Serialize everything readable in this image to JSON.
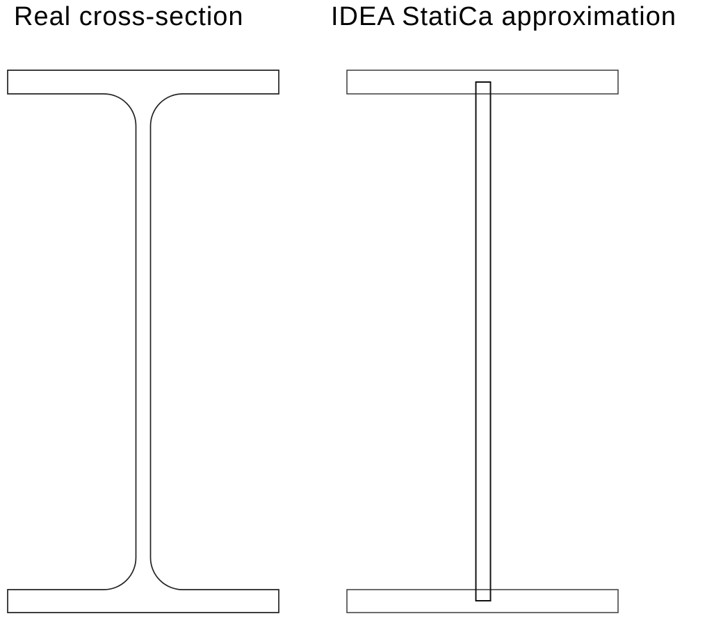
{
  "titles": {
    "left": "Real cross-section",
    "right": "IDEA StatiCa approximation"
  },
  "figures": {
    "left": {
      "label": "Real cross-section",
      "shape": "i-beam-filleted-outline"
    },
    "right": {
      "label": "IDEA StatiCa approximation",
      "shape": "i-beam-three-plate-rectangles"
    }
  },
  "colors": {
    "background": "#ffffff",
    "outline": "#222222"
  }
}
